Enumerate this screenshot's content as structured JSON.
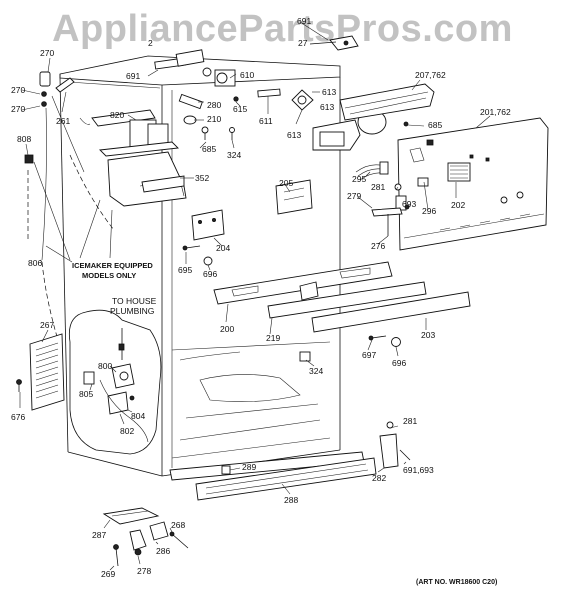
{
  "watermark": "AppliancePartsPros.com",
  "notes": {
    "icemaker_line1": "ICEMAKER EQUIPPED",
    "icemaker_line2": "MODELS ONLY",
    "plumbing_line1": "TO HOUSE",
    "plumbing_line2": "PLUMBING",
    "art_number": "(ART NO. WR18600 C20)"
  },
  "callouts": [
    {
      "id": "c270a",
      "text": "270"
    },
    {
      "id": "c270b",
      "text": "270"
    },
    {
      "id": "c270c",
      "text": "270"
    },
    {
      "id": "c261",
      "text": "261"
    },
    {
      "id": "c691a",
      "text": "691"
    },
    {
      "id": "c2a",
      "text": "2"
    },
    {
      "id": "c691b",
      "text": "691"
    },
    {
      "id": "c27x",
      "text": "27"
    },
    {
      "id": "c610",
      "text": "610"
    },
    {
      "id": "c615",
      "text": "615"
    },
    {
      "id": "c280",
      "text": "280"
    },
    {
      "id": "c820",
      "text": "820"
    },
    {
      "id": "c210",
      "text": "210"
    },
    {
      "id": "c685a",
      "text": "685"
    },
    {
      "id": "c324a",
      "text": "324"
    },
    {
      "id": "c611",
      "text": "611"
    },
    {
      "id": "c613a",
      "text": "613"
    },
    {
      "id": "c613b",
      "text": "613"
    },
    {
      "id": "c613c",
      "text": "613"
    },
    {
      "id": "c207",
      "text": "207,762"
    },
    {
      "id": "c201",
      "text": "201,762"
    },
    {
      "id": "c685b",
      "text": "685"
    },
    {
      "id": "c808",
      "text": "808"
    },
    {
      "id": "c352",
      "text": "352"
    },
    {
      "id": "c205",
      "text": "205"
    },
    {
      "id": "c295",
      "text": "295"
    },
    {
      "id": "c281a",
      "text": "281"
    },
    {
      "id": "c279",
      "text": "279"
    },
    {
      "id": "c693",
      "text": "693"
    },
    {
      "id": "c296",
      "text": "296"
    },
    {
      "id": "c202",
      "text": "202"
    },
    {
      "id": "c276",
      "text": "276"
    },
    {
      "id": "c204",
      "text": "204"
    },
    {
      "id": "c695a",
      "text": "695"
    },
    {
      "id": "c696a",
      "text": "696"
    },
    {
      "id": "c806",
      "text": "806"
    },
    {
      "id": "c267",
      "text": "267"
    },
    {
      "id": "c200",
      "text": "200"
    },
    {
      "id": "c219",
      "text": "219"
    },
    {
      "id": "c203",
      "text": "203"
    },
    {
      "id": "c697",
      "text": "697"
    },
    {
      "id": "c696b",
      "text": "696"
    },
    {
      "id": "c800",
      "text": "800"
    },
    {
      "id": "c805",
      "text": "805"
    },
    {
      "id": "c804",
      "text": "804"
    },
    {
      "id": "c802",
      "text": "802"
    },
    {
      "id": "c324b",
      "text": "324"
    },
    {
      "id": "c676",
      "text": "676"
    },
    {
      "id": "c281b",
      "text": "281"
    },
    {
      "id": "c289",
      "text": "289"
    },
    {
      "id": "c288",
      "text": "288"
    },
    {
      "id": "c282",
      "text": "282"
    },
    {
      "id": "c691c",
      "text": "691,693"
    },
    {
      "id": "c287",
      "text": "287"
    },
    {
      "id": "c268",
      "text": "268"
    },
    {
      "id": "c286",
      "text": "286"
    },
    {
      "id": "c278",
      "text": "278"
    },
    {
      "id": "c269",
      "text": "269"
    }
  ]
}
